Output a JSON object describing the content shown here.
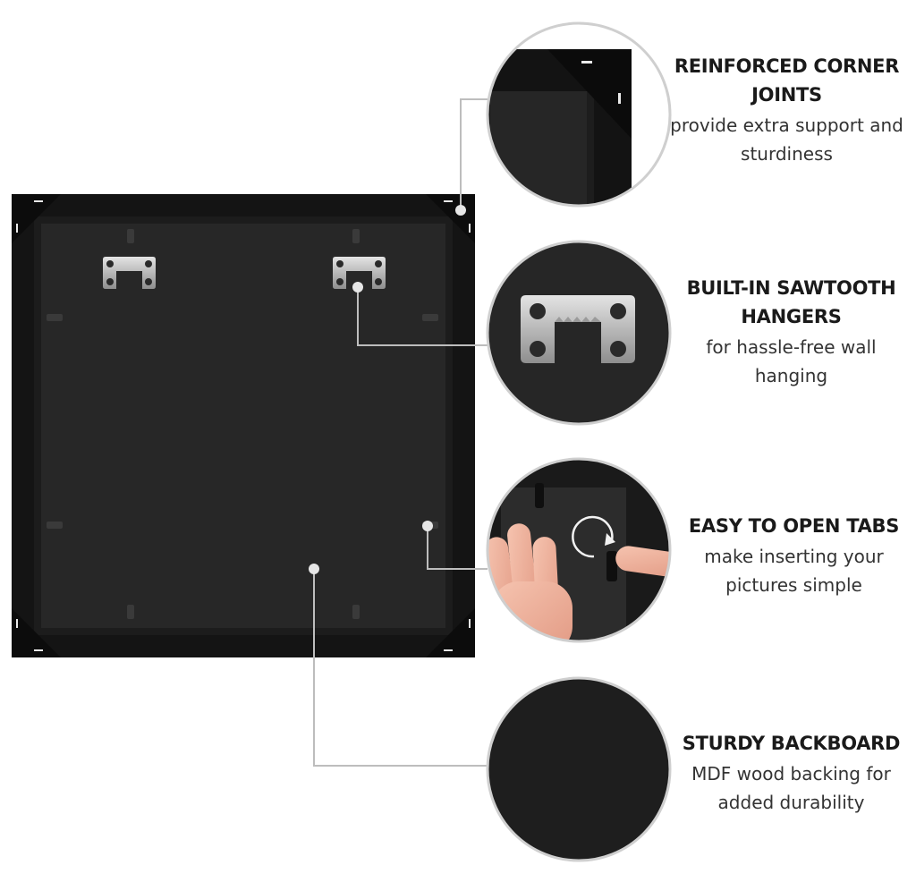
{
  "features": [
    {
      "title": "REINFORCED CORNER JOINTS",
      "description": "provide extra support and sturdiness",
      "detail": "corner-joint-detail"
    },
    {
      "title": "BUILT-IN SAWTOOTH HANGERS",
      "description": "for hassle-free wall hanging",
      "detail": "sawtooth-hanger-detail"
    },
    {
      "title": "EASY TO OPEN TABS",
      "description": "make inserting your pictures simple",
      "detail": "open-tab-detail"
    },
    {
      "title": "STURDY BACKBOARD",
      "description": "MDF wood backing for added durability",
      "detail": "backboard-detail"
    }
  ],
  "colors": {
    "frame": "#151515",
    "backboard": "#262626",
    "callout_line": "#bdbdbd",
    "circle_border": "#cfcfcf",
    "metal": "#c4c4c4",
    "text": "#1a1a1a"
  }
}
